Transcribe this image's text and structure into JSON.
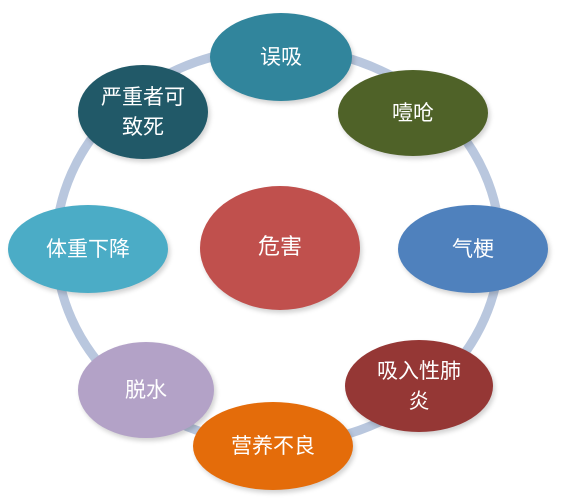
{
  "center": {
    "label": "危害",
    "color": "#c0504d"
  },
  "nodes": [
    {
      "label": "误吸",
      "color": "#31859c"
    },
    {
      "label": "噎呛",
      "color": "#4f6228"
    },
    {
      "label": "气梗",
      "color": "#4f81bd"
    },
    {
      "label": "吸入性肺炎",
      "color": "#953735"
    },
    {
      "label": "营养不良",
      "color": "#e46c0a"
    },
    {
      "label": "脱水",
      "color": "#b3a2c7"
    },
    {
      "label": "体重下降",
      "color": "#4bacc6"
    },
    {
      "label": "严重者可致死",
      "color": "#215968"
    }
  ],
  "ring_color": "#b9c7de"
}
